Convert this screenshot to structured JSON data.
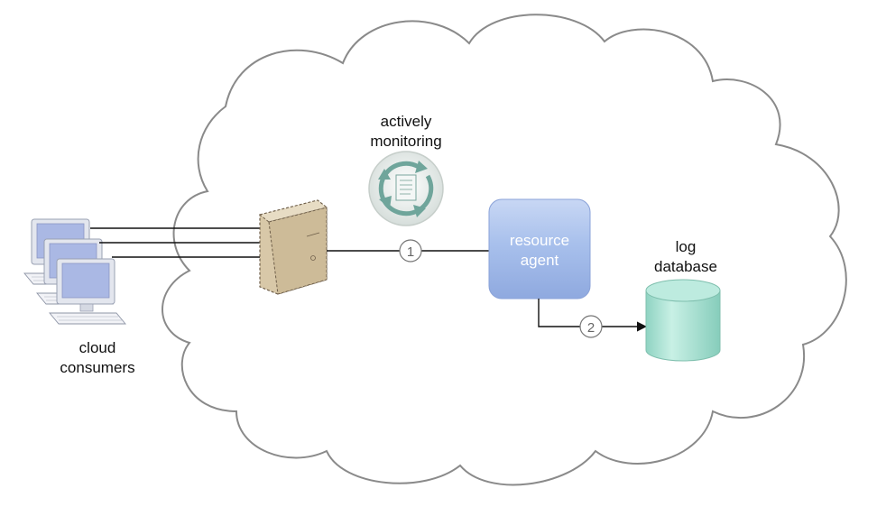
{
  "labels": {
    "monitoring": [
      "actively",
      "monitoring"
    ],
    "agent": [
      "resource",
      "agent"
    ],
    "database": [
      "log",
      "database"
    ],
    "consumers": [
      "cloud",
      "consumers"
    ]
  },
  "steps": [
    "1",
    "2"
  ],
  "colors": {
    "cloud_stroke": "#8a8a8a",
    "server_fill": "#d8c8a8",
    "agent_fill": "#a9c2ee",
    "database_fill": "#a8e2d4",
    "monitor_fill": "#e6ebe9",
    "monitor_arrow": "#6fa59b",
    "computer_screen": "#aab8e4"
  },
  "icons": [
    "cloud-icon",
    "server-icon",
    "monitoring-cycle-icon",
    "resource-agent-box",
    "database-icon",
    "computer-icon"
  ]
}
